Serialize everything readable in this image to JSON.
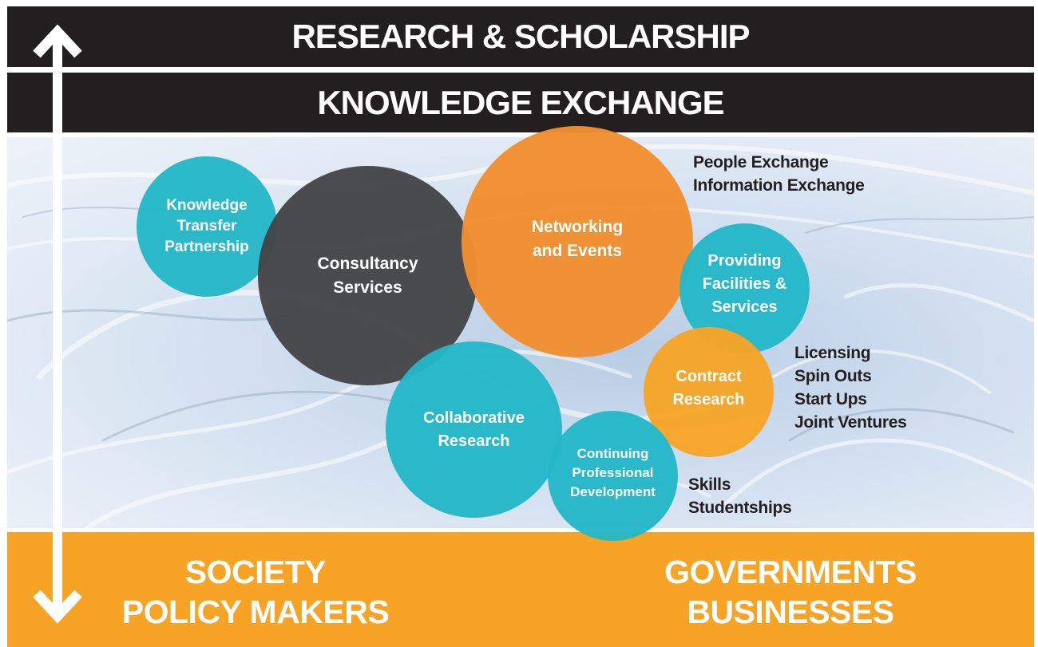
{
  "header": {
    "band1": "RESEARCH & SCHOLARSHIP",
    "band2": "KNOWLEDGE EXCHANGE"
  },
  "circles": {
    "ktp": "Knowledge Transfer Partnership",
    "consultancy": "Consultancy Services",
    "networking": "Networking and Events",
    "facilities": "Providing Facilities & Services",
    "contract": "Contract Research",
    "collaborative": "Collaborative Research",
    "cpd": "Continuing Professional Development"
  },
  "labels": {
    "exchange": [
      "People Exchange",
      "Information Exchange"
    ],
    "commercial": [
      "Licensing",
      "Spin Outs",
      "Start Ups",
      "Joint Ventures"
    ],
    "skills": [
      "Skills",
      "Studentships"
    ]
  },
  "footer": {
    "left": [
      "SOCIETY",
      "POLICY MAKERS"
    ],
    "right": [
      "GOVERNMENTS",
      "BUSINESSES"
    ]
  },
  "colors": {
    "dark": "#231f20",
    "orange": "#f7a325",
    "teal": "#23b7c8",
    "grey": "#444548",
    "networking": "#f28e30"
  }
}
